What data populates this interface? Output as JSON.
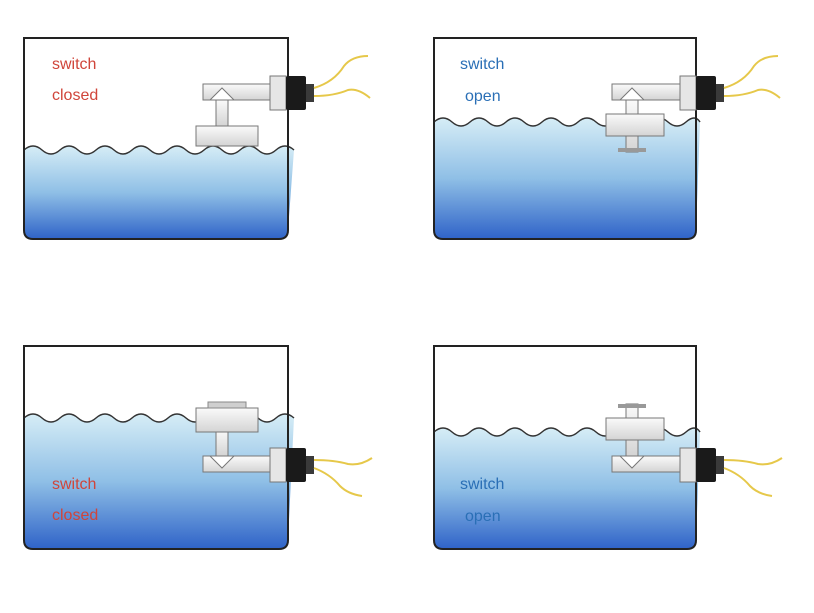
{
  "colors": {
    "closed_text": "#d0453a",
    "open_text": "#2a6fb6",
    "water_top": "#cfe8f3",
    "water_bottom": "#2f63c8",
    "tank_outline": "#222222",
    "float": "#e8e8e8",
    "wire": "#e6c84a"
  },
  "panels": [
    {
      "id": "p1",
      "state": "closed",
      "line1": "switch",
      "line2": "closed",
      "water": "high",
      "mount": "top",
      "float_position": "down"
    },
    {
      "id": "p2",
      "state": "open",
      "line1": "switch",
      "line2": "open",
      "water": "high",
      "mount": "top",
      "float_position": "up"
    },
    {
      "id": "p3",
      "state": "closed",
      "line1": "switch",
      "line2": "closed",
      "water": "low",
      "mount": "bottom",
      "float_position": "up"
    },
    {
      "id": "p4",
      "state": "open",
      "line1": "switch",
      "line2": "open",
      "water": "low",
      "mount": "bottom",
      "float_position": "down"
    }
  ]
}
